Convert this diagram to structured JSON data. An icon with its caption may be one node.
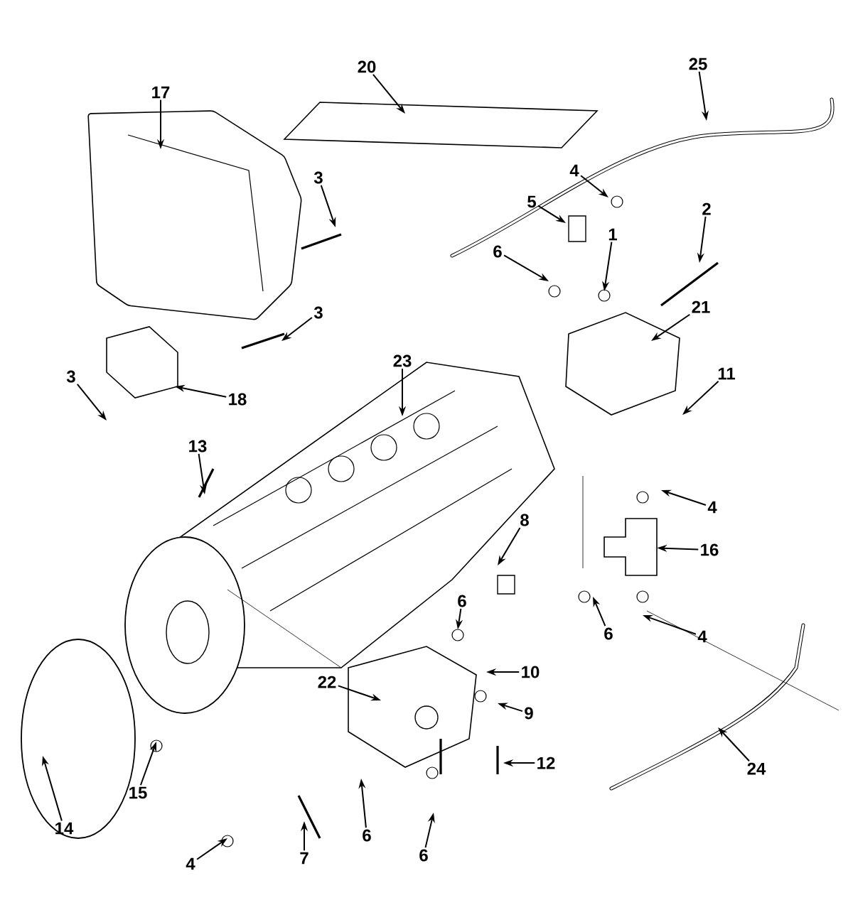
{
  "diagram": {
    "nodes": [
      {
        "text": [
          "17"
        ]
      },
      {
        "text": [
          "20"
        ]
      },
      {
        "text": [
          "25"
        ]
      },
      {
        "text": [
          "3"
        ]
      },
      {
        "text": [
          "4"
        ]
      },
      {
        "text": [
          "5"
        ]
      },
      {
        "text": [
          "2"
        ]
      },
      {
        "text": [
          "1"
        ]
      },
      {
        "text": [
          "6"
        ]
      },
      {
        "text": [
          "21"
        ]
      },
      {
        "text": [
          "3"
        ]
      },
      {
        "text": [
          "18"
        ]
      },
      {
        "text": [
          "3"
        ]
      },
      {
        "text": [
          "23"
        ]
      },
      {
        "text": [
          "11"
        ]
      },
      {
        "text": [
          "13"
        ]
      },
      {
        "text": [
          "4"
        ]
      },
      {
        "text": [
          "16"
        ]
      },
      {
        "text": [
          "8"
        ]
      },
      {
        "text": [
          "6"
        ]
      },
      {
        "text": [
          "6"
        ]
      },
      {
        "text": [
          "4"
        ]
      },
      {
        "text": [
          "10"
        ]
      },
      {
        "text": [
          "9"
        ]
      },
      {
        "text": [
          "22"
        ]
      },
      {
        "text": [
          "24"
        ]
      },
      {
        "text": [
          "12"
        ]
      },
      {
        "text": [
          "15"
        ]
      },
      {
        "text": [
          "14"
        ]
      },
      {
        "text": [
          "6"
        ]
      },
      {
        "text": [
          "7"
        ]
      },
      {
        "text": [
          "4"
        ]
      },
      {
        "text": [
          "6"
        ]
      },
      {
        "text": [],
        "shape": "picture"
      }
    ],
    "edges": [
      {
        "from": 0,
        "to": null,
        "arrow": "to"
      },
      {
        "from": 1,
        "to": null,
        "arrow": "to"
      },
      {
        "from": 2,
        "to": null,
        "arrow": "to"
      },
      {
        "from": 3,
        "to": null,
        "arrow": "to"
      },
      {
        "from": 4,
        "to": null,
        "arrow": "to"
      },
      {
        "from": 5,
        "to": null,
        "arrow": "to"
      },
      {
        "from": 6,
        "to": null,
        "arrow": "to"
      },
      {
        "from": 7,
        "to": null,
        "arrow": "to"
      },
      {
        "from": 8,
        "to": null,
        "arrow": "to"
      },
      {
        "from": 9,
        "to": null,
        "arrow": "to"
      },
      {
        "from": 10,
        "to": null,
        "arrow": "to"
      },
      {
        "from": 11,
        "to": null,
        "arrow": "to"
      },
      {
        "from": 12,
        "to": null,
        "arrow": "to"
      },
      {
        "from": 13,
        "to": null,
        "arrow": "to"
      },
      {
        "from": 14,
        "to": null,
        "arrow": "to"
      },
      {
        "from": 15,
        "to": null,
        "arrow": "to"
      },
      {
        "from": 16,
        "to": null,
        "arrow": "to"
      },
      {
        "from": 17,
        "to": 33,
        "arrow": "to"
      },
      {
        "from": 18,
        "to": null,
        "arrow": "to"
      },
      {
        "from": 19,
        "to": null,
        "arrow": "to"
      },
      {
        "from": 20,
        "to": null,
        "arrow": "to"
      },
      {
        "from": 21,
        "to": null,
        "arrow": "to"
      },
      {
        "from": 22,
        "to": null,
        "arrow": "to"
      },
      {
        "from": 23,
        "to": null,
        "arrow": "to"
      },
      {
        "from": 24,
        "to": null,
        "arrow": "to"
      },
      {
        "from": 25,
        "to": null,
        "arrow": "to"
      },
      {
        "from": 26,
        "to": null,
        "arrow": "to"
      },
      {
        "from": 27,
        "to": null,
        "arrow": "to"
      },
      {
        "from": 28,
        "to": null,
        "arrow": "to"
      },
      {
        "from": 29,
        "to": null,
        "arrow": "to"
      },
      {
        "from": 30,
        "to": null,
        "arrow": "to"
      },
      {
        "from": 31,
        "to": null,
        "arrow": "to"
      },
      {
        "from": 32,
        "to": null,
        "arrow": "to"
      }
    ]
  }
}
